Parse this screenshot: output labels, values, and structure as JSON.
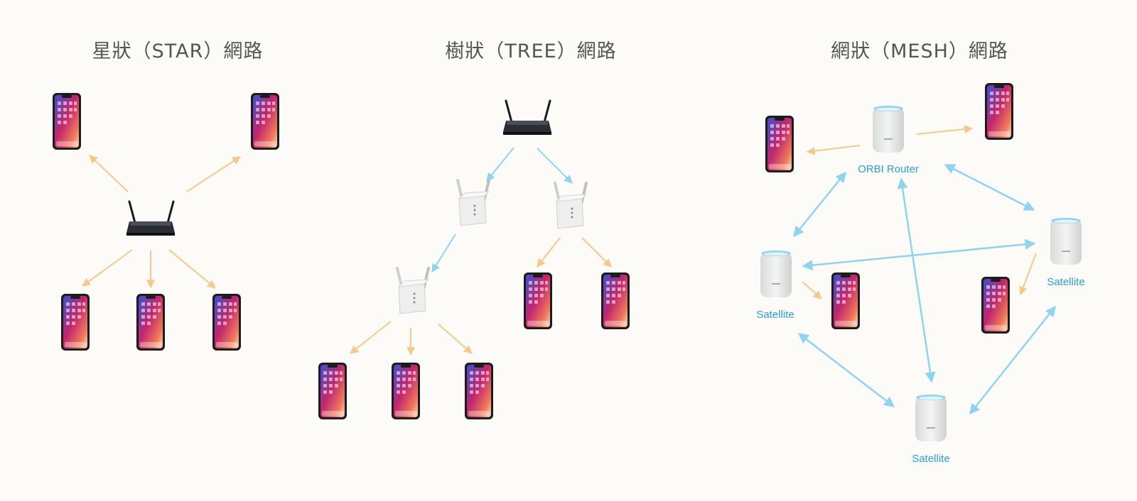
{
  "panels": {
    "star": {
      "title": "星狀（STAR）網路"
    },
    "tree": {
      "title": "樹狀（TREE）網路"
    },
    "mesh": {
      "title": "網狀（MESH）網路",
      "router_label": "ORBI Router",
      "satellite_label": "Satellite"
    }
  },
  "colors": {
    "background": "#fdfbf7",
    "wired_link": "#f5c98a",
    "wireless_link": "#8fd3f0",
    "label": "#2a9fd6"
  }
}
